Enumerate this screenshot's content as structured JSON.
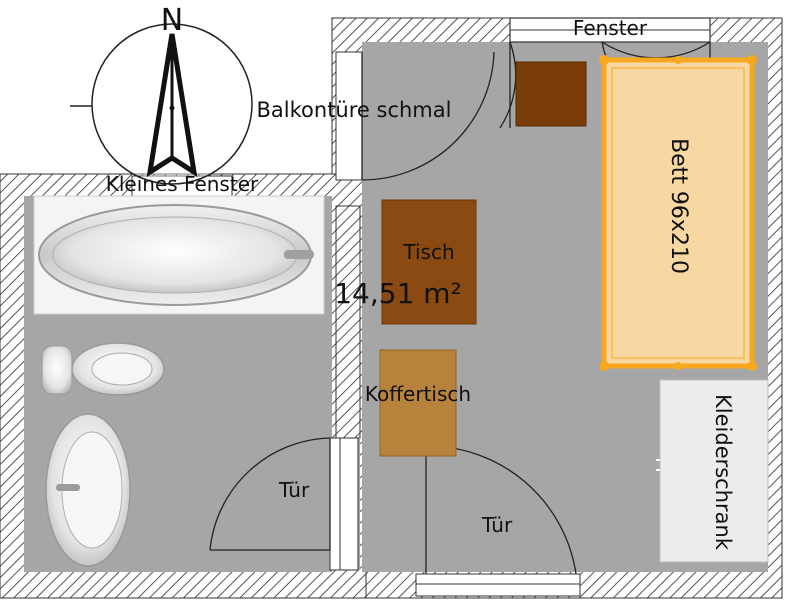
{
  "compass": {
    "north_label": "N"
  },
  "labels": {
    "window_top": "Fenster",
    "balcony_door": "Balkontüre schmal",
    "small_window": "Kleines Fenster",
    "bed": "Bett 96x210",
    "table": "Tisch",
    "area": "14,51 m²",
    "luggage_table": "Koffertisch",
    "door_bathroom": "Tür",
    "door_room": "Tür",
    "wardrobe": "Kleiderschrank"
  },
  "colors": {
    "floor": "#a6a6a6",
    "wall_hatch": "#555555",
    "bed_fill": "#f7d8a2",
    "bed_frame": "#f7a81e",
    "table": "#8a4a12",
    "nightstand": "#7a3c08",
    "luggage_table": "#b7833c",
    "wardrobe": "#ececec"
  }
}
